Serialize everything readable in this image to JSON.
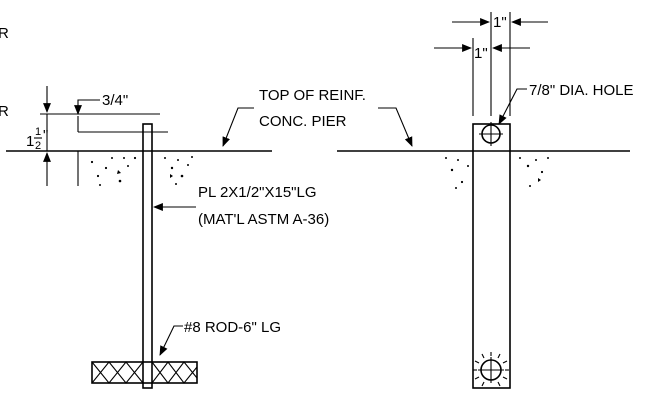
{
  "labels": {
    "edge_top": "R",
    "edge_mid": "R",
    "dim_three_quarter": "3/4\"",
    "dim_one_half_whole": "1",
    "dim_one_half_num": "1",
    "dim_one_half_den": "2",
    "dim_one_half_inch": "\"",
    "top_of_reinf_line1": "TOP OF REINF.",
    "top_of_reinf_line2": "CONC. PIER",
    "plate_line1": "PL 2X1/2\"X15\"LG",
    "plate_line2": "(MAT'L ASTM A-36)",
    "rod": "#8 ROD-6\" LG",
    "dim_top_1": "1\"",
    "dim_top_2": "1\"",
    "hole": "7/8\" DIA. HOLE"
  }
}
